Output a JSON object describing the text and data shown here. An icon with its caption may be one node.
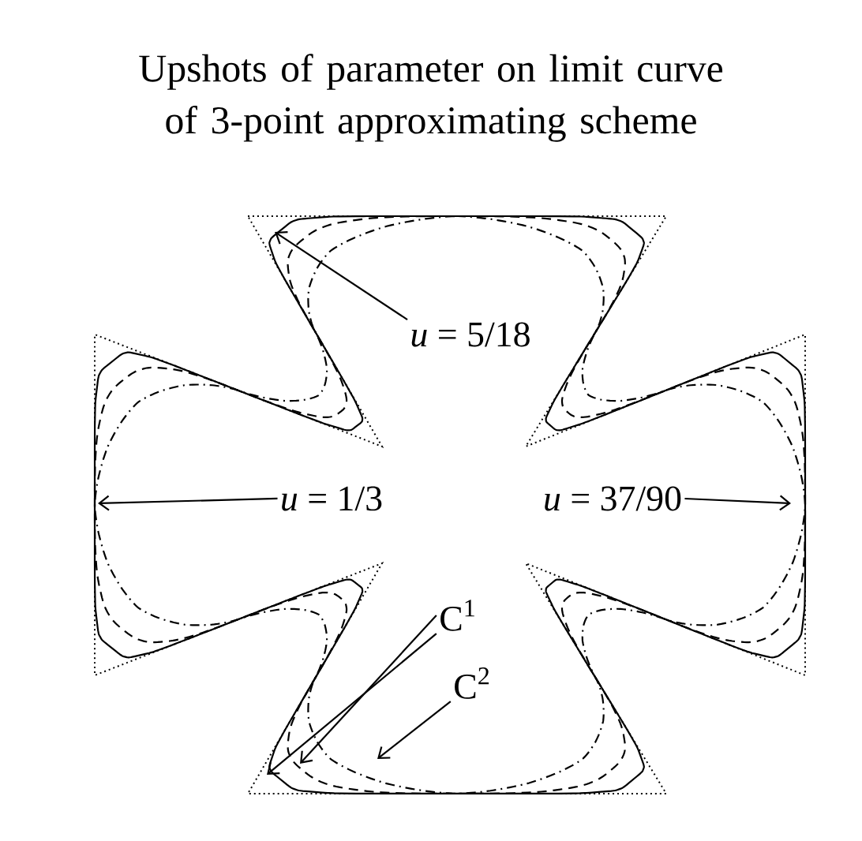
{
  "diagram": {
    "title": "Upshots of parameter on limit curve of 3-point approximating scheme",
    "nodes": [
      {
        "text": [
          "*u* = 5/18"
        ]
      },
      {
        "text": [
          "*u* = 1/3"
        ]
      },
      {
        "text": [
          "*u* = 37/90"
        ]
      },
      {
        "text": [
          "C$^{1}$"
        ]
      },
      {
        "text": [
          "C$^{2}$"
        ]
      }
    ],
    "edges": [
      {
        "from": 0,
        "to": null,
        "arrow": "to"
      },
      {
        "from": 1,
        "to": null,
        "arrow": "to"
      },
      {
        "from": 2,
        "to": null,
        "arrow": "to"
      },
      {
        "from": 3,
        "to": null,
        "arrow": "to"
      },
      {
        "from": 3,
        "to": null,
        "arrow": "to"
      },
      {
        "from": 4,
        "to": null,
        "arrow": "to"
      }
    ]
  }
}
